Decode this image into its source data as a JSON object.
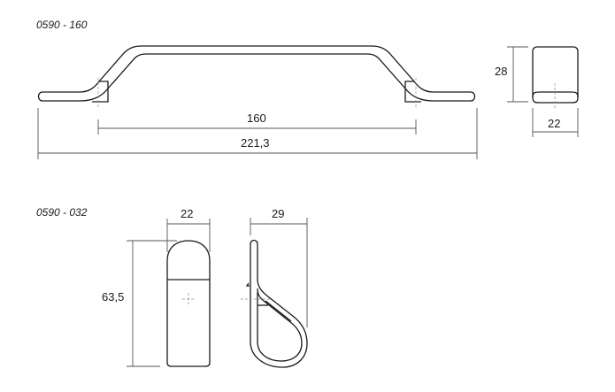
{
  "products": [
    {
      "code": "0590 - 160",
      "dimensions": {
        "hole_spacing": "160",
        "overall_length": "221,3",
        "height": "28",
        "width": "22"
      }
    },
    {
      "code": "0590 - 032",
      "dimensions": {
        "width": "22",
        "depth": "29",
        "height": "63,5"
      }
    }
  ],
  "colors": {
    "outline": "#1a1a1a",
    "dimension_line": "#555555",
    "centerline": "#8a8a8a",
    "background": "#ffffff"
  }
}
